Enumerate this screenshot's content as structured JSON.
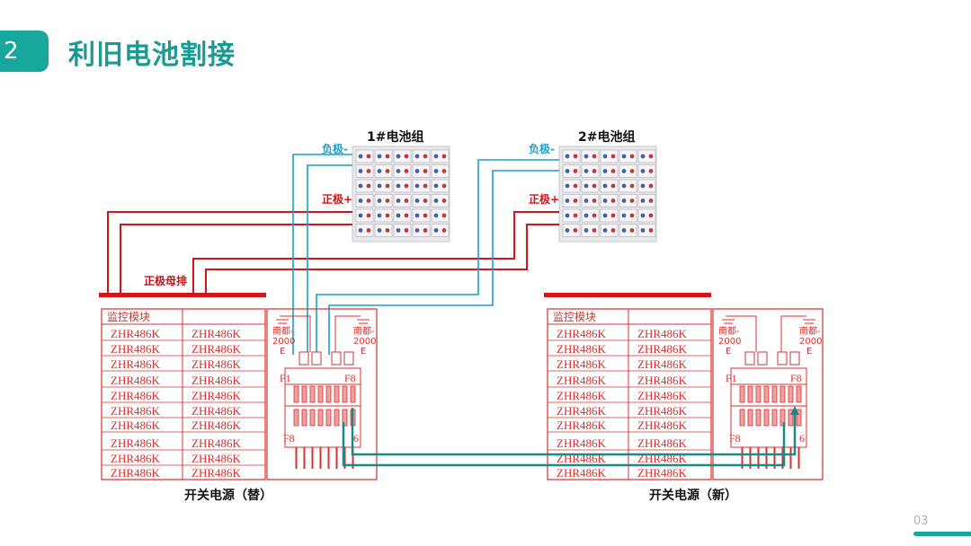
{
  "slide": {
    "section_number": "2",
    "title": "利旧电池割接",
    "page_number": "03"
  },
  "banks": [
    {
      "label": "1#电池组",
      "neg_label": "负极-",
      "pos_label": "正极+"
    },
    {
      "label": "2#电池组",
      "neg_label": "负极-",
      "pos_label": "正极+"
    }
  ],
  "busbar_label": "正极母排",
  "cabinets": [
    {
      "caption": "开关电源（替）",
      "header": "监控模块",
      "rows": [
        [
          "ZHR486K",
          "ZHR486K"
        ],
        [
          "ZHR486K",
          "ZHR486K"
        ],
        [
          "ZHR486K",
          "ZHR486K"
        ],
        [
          "ZHR486K",
          "ZHR486K"
        ],
        [
          "ZHR486K",
          "ZHR486K"
        ],
        [
          "ZHR486K",
          "ZHR486K"
        ],
        [
          "ZHR486K",
          "ZHR486K"
        ],
        [
          "ZHR486K",
          "ZHR486K"
        ],
        [
          "ZHR486K",
          "ZHR486K"
        ],
        [
          "ZHR486K",
          "ZHR486K"
        ]
      ],
      "breaker_left": [
        "南都-",
        "2000",
        "E"
      ],
      "breaker_right": [
        "南都-",
        "2000",
        "E"
      ],
      "fuse_labels": {
        "top_left": "F1",
        "top_right": "F8",
        "bottom_left": "F8",
        "bottom_right": "6"
      }
    },
    {
      "caption": "开关电源（新）",
      "header": "监控模块",
      "rows": [
        [
          "ZHR486K",
          "ZHR486K"
        ],
        [
          "ZHR486K",
          "ZHR486K"
        ],
        [
          "ZHR486K",
          "ZHR486K"
        ],
        [
          "ZHR486K",
          "ZHR486K"
        ],
        [
          "ZHR486K",
          "ZHR486K"
        ],
        [
          "ZHR486K",
          "ZHR486K"
        ],
        [
          "ZHR486K",
          "ZHR486K"
        ],
        [
          "ZHR486K",
          "ZHR486K"
        ],
        [
          "ZHR486K",
          "ZHR486K"
        ],
        [
          "ZHR486K",
          "ZHR486K"
        ]
      ],
      "breaker_left": [
        "南都-",
        "2000",
        "E"
      ],
      "breaker_right": [
        "南都-",
        "2000",
        "E"
      ],
      "fuse_labels": {
        "top_left": "F1",
        "top_right": "F8",
        "bottom_left": "F8",
        "bottom_right": "6"
      }
    }
  ],
  "colors": {
    "accent": "#17a79d",
    "title": "#1a9a92",
    "positive_wire": "#d0161b",
    "negative_wire": "#1aa0c8",
    "schematic": "#d83030",
    "bus_link": "#1a8a86"
  }
}
